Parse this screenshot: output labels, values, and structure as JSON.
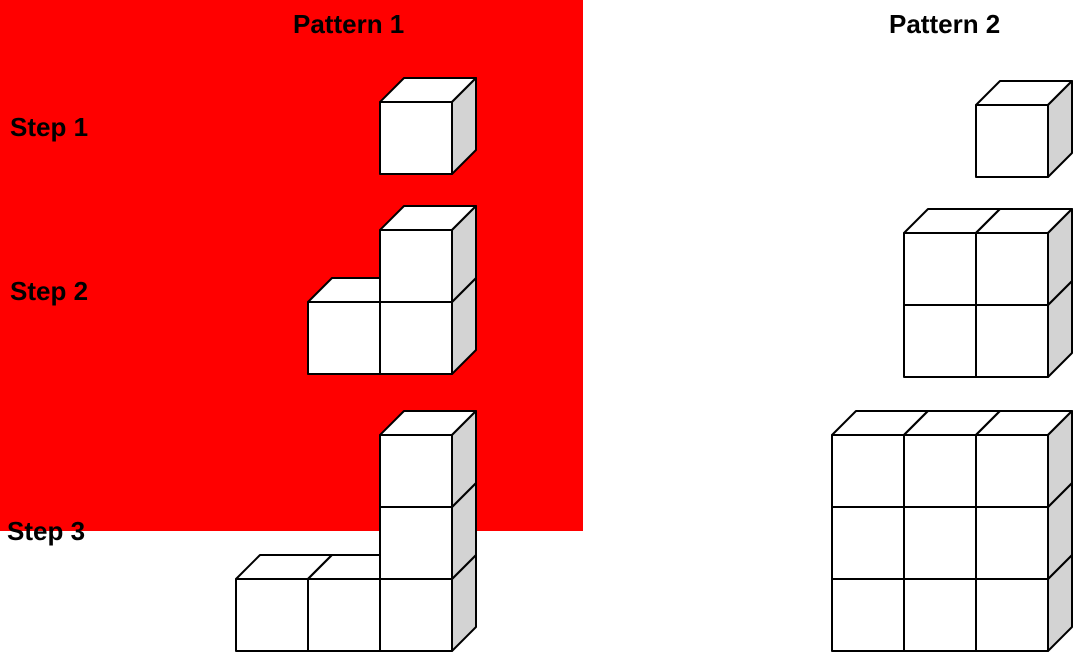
{
  "patterns": [
    {
      "title": "Pattern 1",
      "steps": [
        {
          "columns": [
            0,
            0,
            1
          ]
        },
        {
          "columns": [
            0,
            1,
            2
          ]
        },
        {
          "columns": [
            1,
            1,
            3
          ]
        }
      ]
    },
    {
      "title": "Pattern 2",
      "steps": [
        {
          "columns": [
            0,
            0,
            1
          ]
        },
        {
          "columns": [
            0,
            2,
            2
          ]
        },
        {
          "columns": [
            3,
            3,
            3
          ]
        }
      ]
    }
  ],
  "step_labels": [
    "Step 1",
    "Step 2",
    "Step 3"
  ],
  "colors": {
    "highlight": "#ff0000",
    "cube_front": "#ffffff",
    "cube_top": "#ffffff",
    "cube_side": "#d3d3d3",
    "cube_stroke": "#000000",
    "text": "#000000"
  }
}
